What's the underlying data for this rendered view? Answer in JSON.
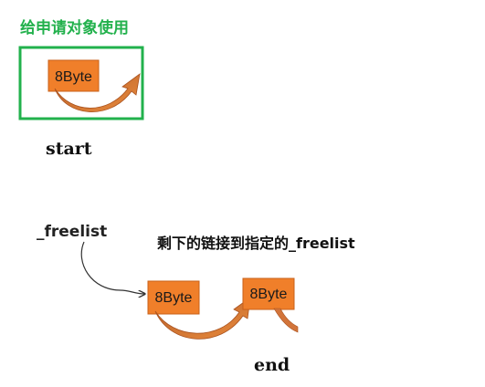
{
  "top": {
    "heading": "给申请对象使用",
    "block_label": "8Byte",
    "caption": "start"
  },
  "bottom": {
    "pointer_label": "_freelist",
    "description": "剩下的链接到指定的_freelist",
    "block1_label": "8Byte",
    "block2_label": "8Byte",
    "caption": "end"
  },
  "colors": {
    "green": "#22b14c",
    "block_fill": "#f07f2a",
    "block_border": "#c8601a",
    "arrow": "#c86a2a"
  }
}
